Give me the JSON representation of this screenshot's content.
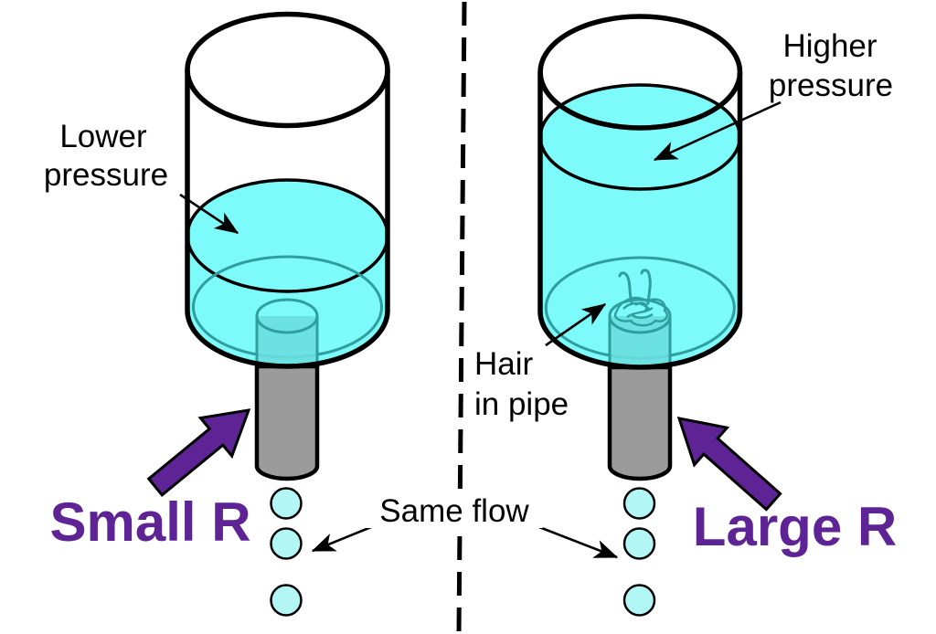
{
  "figure": {
    "left_panel": {
      "pressure_label": {
        "line1": "Lower",
        "line2": "pressure"
      },
      "resistance_label": "Small R"
    },
    "right_panel": {
      "pressure_label": {
        "line1": "Higher",
        "line2": "pressure"
      },
      "hair_label": {
        "line1": "Hair",
        "line2": "in pipe"
      },
      "resistance_label": "Large R"
    },
    "shared": {
      "flow_label": "Same flow"
    },
    "colors": {
      "water": "#7dfafa",
      "water_inner_pipe": "#6adede",
      "water_drop": "#b2f6f6",
      "teal_outline": "#2e9e9e",
      "pipe_gray": "#9b9b9b",
      "accent_purple": "#5e2496",
      "outline_black": "#000000",
      "background": "#ffffff"
    }
  }
}
